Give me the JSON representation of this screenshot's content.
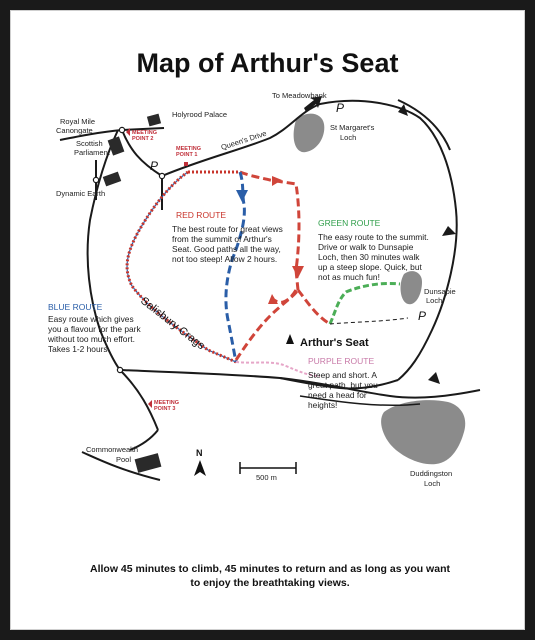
{
  "title": "Map of Arthur's Seat",
  "footer": {
    "line1": "Allow 45 minutes to climb, 45 minutes to return and as long as you want",
    "line2": "to enjoy the breathtaking views."
  },
  "places": {
    "holyrood_palace": "Holyrood Palace",
    "royal_mile": "Royal Mile",
    "canongate": "Canongate",
    "scottish_parliament_1": "Scottish",
    "scottish_parliament_2": "Parliament",
    "dynamic_earth": "Dynamic Earth",
    "to_meadowbank": "To Meadowbank",
    "st_margarets_1": "St Margaret's",
    "st_margarets_2": "Loch",
    "queens_drive": "Queen's Drive",
    "dunsapie_1": "Dunsapie",
    "dunsapie_2": "Loch",
    "duddingston_1": "Duddingston",
    "duddingston_2": "Loch",
    "commonwealth_1": "Commonwealth",
    "commonwealth_2": "Pool",
    "salisbury_crags": "Salisbury Crags",
    "arthurs_seat": "Arthur's Seat",
    "north": "N",
    "scale": "500 m",
    "parking": "P"
  },
  "meeting_points": {
    "mp1_a": "MEETING",
    "mp1_b": "POINT 1",
    "mp2_a": "MEETING",
    "mp2_b": "POINT 2",
    "mp3_a": "MEETING",
    "mp3_b": "POINT 3"
  },
  "routes": {
    "red": {
      "heading": "RED ROUTE",
      "color": "#c8342b",
      "lines": [
        "The best route for great views",
        "from the summit of Arthur's",
        "Seat. Good paths all the way,",
        "not too steep! Allow 2 hours."
      ]
    },
    "green": {
      "heading": "GREEN ROUTE",
      "color": "#2f9e4a",
      "lines": [
        "The easy route to the summit.",
        "Drive or walk to Dunsapie",
        "Loch, then 30 minutes walk",
        "up a steep slope. Quick, but",
        "not as much fun!"
      ]
    },
    "blue": {
      "heading": "BLUE ROUTE",
      "color": "#2a5ea8",
      "lines": [
        "Easy route which gives",
        "you a flavour for the park",
        "without too much effort.",
        "Takes 1-2 hours."
      ]
    },
    "purple": {
      "heading": "PURPLE ROUTE",
      "color": "#c87aa8",
      "lines": [
        "Steep and short. A",
        "great path, but you",
        "need a head for",
        "heights!"
      ]
    }
  }
}
